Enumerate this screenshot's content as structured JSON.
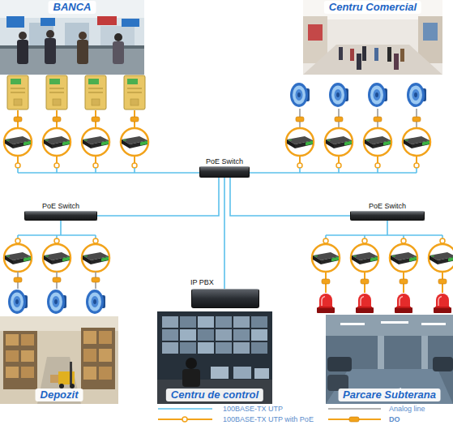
{
  "diagram": {
    "nodes": [
      {
        "text": [
          "BANCA"
        ]
      },
      {
        "text": [
          "Centru Comercial"
        ]
      },
      {
        "text": [
          "PoE Switch"
        ]
      },
      {
        "text": [
          "PoE Switch"
        ]
      },
      {
        "text": [
          "PoE Switch"
        ]
      },
      {
        "text": [
          "IP PBX"
        ]
      },
      {
        "text": [
          "Depozit"
        ]
      },
      {
        "text": [
          "Centru de control"
        ]
      },
      {
        "text": [
          "Parcare Subterana"
        ]
      }
    ],
    "edges": [
      {
        "from": 2,
        "to": 3,
        "arrow": "none"
      },
      {
        "from": 2,
        "to": 4,
        "arrow": "none"
      },
      {
        "from": 2,
        "to": 5,
        "arrow": "none"
      }
    ],
    "legend": [
      {
        "text": "100BASE-TX UTP"
      },
      {
        "text": "Analog line"
      },
      {
        "text": "100BASE-TX UTP with PoE"
      },
      {
        "text": "DO"
      }
    ]
  }
}
